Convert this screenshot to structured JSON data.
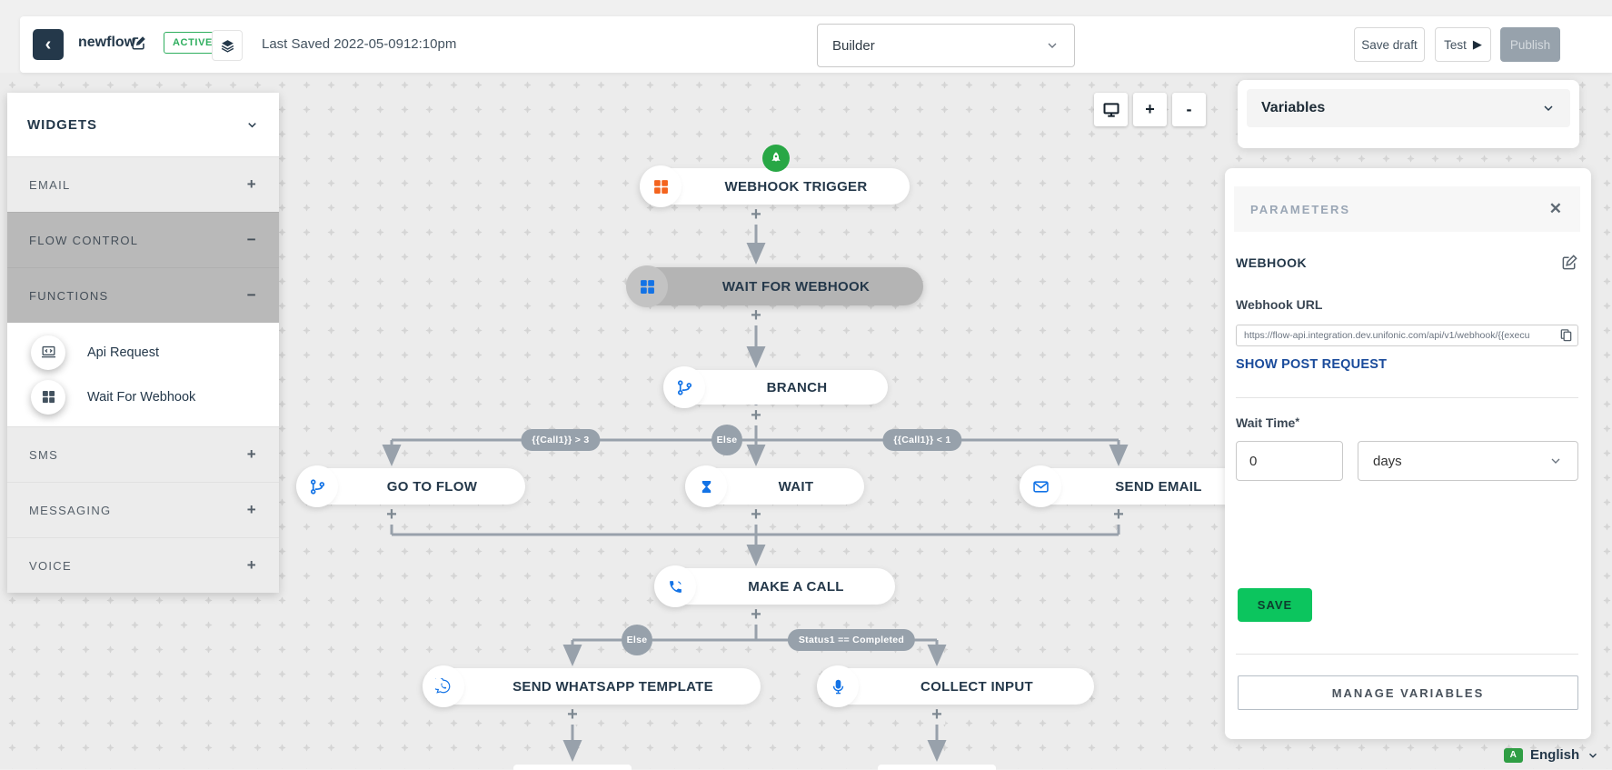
{
  "topbar": {
    "back": "‹",
    "flow_name": "newflow",
    "status": "ACTIVE",
    "last_saved": "Last Saved 2022-05-0912:10pm",
    "mode_select": {
      "value": "Builder"
    },
    "save_draft": "Save draft",
    "test": "Test",
    "test_play": "▶",
    "publish": "Publish"
  },
  "sidebar": {
    "title": "WIDGETS",
    "sections": [
      {
        "label": "EMAIL",
        "toggle": "+"
      },
      {
        "label": "FLOW CONTROL",
        "toggle": "−"
      },
      {
        "label": "FUNCTIONS",
        "toggle": "−"
      },
      {
        "label": "SMS",
        "toggle": "+"
      },
      {
        "label": "MESSAGING",
        "toggle": "+"
      },
      {
        "label": "VOICE",
        "toggle": "+"
      }
    ],
    "functions_items": [
      {
        "label": "Api Request"
      },
      {
        "label": "Wait For Webhook"
      }
    ]
  },
  "canvas": {
    "zoom_in": "+",
    "zoom_out": "-",
    "add_symbol": "+",
    "nodes": [
      {
        "label": "WEBHOOK TRIGGER"
      },
      {
        "label": "WAIT FOR WEBHOOK",
        "selected": true
      },
      {
        "label": "BRANCH"
      },
      {
        "label": "GO TO FLOW"
      },
      {
        "label": "WAIT"
      },
      {
        "label": "SEND EMAIL"
      },
      {
        "label": "MAKE A CALL"
      },
      {
        "label": "SEND WHATSAPP TEMPLATE"
      },
      {
        "label": "COLLECT INPUT"
      }
    ],
    "edge_labels": [
      "{{Call1}} > 3",
      "Else",
      "{{Call1}} < 1",
      "Else",
      "Status1 == Completed"
    ]
  },
  "variables_panel": {
    "title": "Variables"
  },
  "parameters_panel": {
    "title": "PARAMETERS",
    "close": "✕",
    "widget_name": "WEBHOOK",
    "webhook_url_label": "Webhook URL",
    "webhook_url_value": "https://flow-api.integration.dev.unifonic.com/api/v1/webhook/{{execu",
    "show_post_request": "SHOW POST REQUEST",
    "wait_time_label": "Wait Time",
    "required": "*",
    "wait_time_value": "0",
    "wait_time_unit": "days",
    "save": "SAVE",
    "manage_variables": "MANAGE VARIABLES"
  },
  "footer": {
    "language": "English",
    "translate_icon_text": "A"
  },
  "colors": {
    "accent_blue": "#1373e6",
    "brand_orange": "#f4641e",
    "trigger_green": "#28a745",
    "save_green": "#0cc55e",
    "active_green": "#2eae5e",
    "selected_gray": "#b4b4b4",
    "edge_gray": "#98a1ab",
    "dark_navy": "#24384a"
  }
}
